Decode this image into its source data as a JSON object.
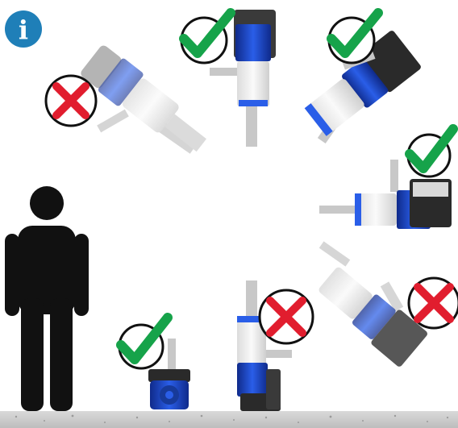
{
  "info_badge": {
    "glyph": "i",
    "icon": "info-icon",
    "color": "#1f7fb8"
  },
  "colors": {
    "ok": "#16a34a",
    "bad": "#e11d2e",
    "motor_blue": "#1f4fd6",
    "body_white": "#f5f5f5",
    "dark_housing": "#2a2a2a",
    "floor": "#cfcfcf"
  },
  "orientations": [
    {
      "name": "upper-left-diagonal",
      "status": "not-allowed"
    },
    {
      "name": "upper-center-vertical",
      "status": "allowed"
    },
    {
      "name": "upper-right-diagonal",
      "status": "allowed"
    },
    {
      "name": "right-horizontal",
      "status": "allowed"
    },
    {
      "name": "lower-right-diagonal",
      "status": "not-allowed"
    },
    {
      "name": "lower-center-vertical",
      "status": "not-allowed"
    },
    {
      "name": "floor-compact",
      "status": "allowed"
    }
  ],
  "figure": {
    "icon": "person-silhouette-icon"
  }
}
